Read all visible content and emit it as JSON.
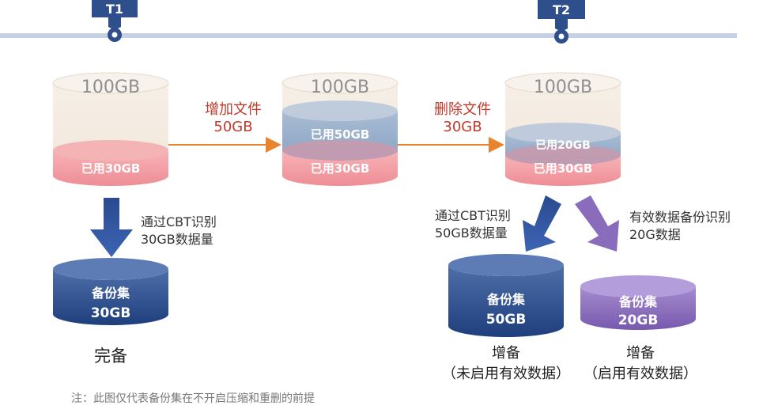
{
  "timeline": {
    "markers": [
      {
        "label": "T1"
      },
      {
        "label": "T2"
      }
    ],
    "colors": {
      "line": "#c5cfe6",
      "marker": "#2f4f8c"
    }
  },
  "cylinders": {
    "disk1": {
      "capacity": "100GB",
      "used": "已用30GB"
    },
    "disk2": {
      "capacity": "100GB",
      "used_new": "已用50GB",
      "used_old": "已用30GB"
    },
    "disk3": {
      "capacity": "100GB",
      "used_new": "已用20GB",
      "used_old": "已用30GB"
    }
  },
  "transitions": {
    "add": {
      "line1": "增加文件",
      "line2": "50GB"
    },
    "delete": {
      "line1": "删除文件",
      "line2": "30GB"
    },
    "color": "#c0392b"
  },
  "paths": {
    "full_cbt": {
      "line1": "通过CBT识别",
      "line2": "30GB数据量"
    },
    "inc_cbt": {
      "line1": "通过CBT识别",
      "line2": "50GB数据量"
    },
    "inc_valid": {
      "line1": "有效数据备份识别",
      "line2": "20G数据"
    }
  },
  "backup_sets": {
    "full": {
      "line1": "备份集",
      "line2": "30GB",
      "caption": "完备"
    },
    "inc_cbt": {
      "line1": "备份集",
      "line2": "50GB",
      "caption1": "增备",
      "caption2": "（未启用有效数据）"
    },
    "inc_valid": {
      "line1": "备份集",
      "line2": "20GB",
      "caption1": "增备",
      "caption2": "（启用有效数据）"
    }
  },
  "note": "注：此图仅代表备份集在不开启压缩和重删的前提"
}
